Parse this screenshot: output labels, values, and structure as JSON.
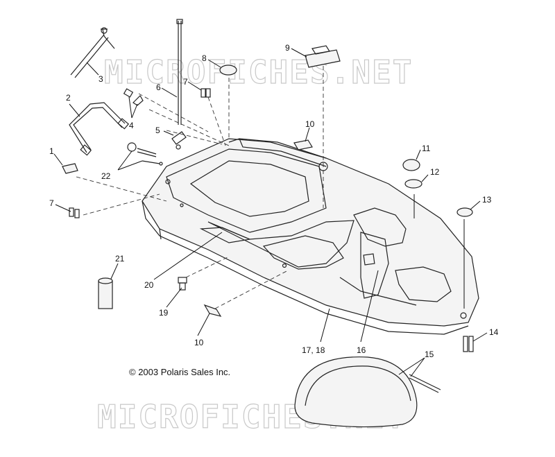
{
  "copyright": "© 2003 Polaris Sales Inc.",
  "watermark": "MICROFICHES.NET",
  "callouts": {
    "c1": "1",
    "c2": "2",
    "c3": "3",
    "c4": "4",
    "c5": "5",
    "c6": "6",
    "c7a": "7",
    "c7b": "7",
    "c8": "8",
    "c9": "9",
    "c10a": "10",
    "c10b": "10",
    "c11": "11",
    "c12": "12",
    "c13": "13",
    "c14": "14",
    "c15": "15",
    "c16": "16",
    "c1718": "17, 18",
    "c19": "19",
    "c20": "20",
    "c21": "21",
    "c22": "22"
  }
}
